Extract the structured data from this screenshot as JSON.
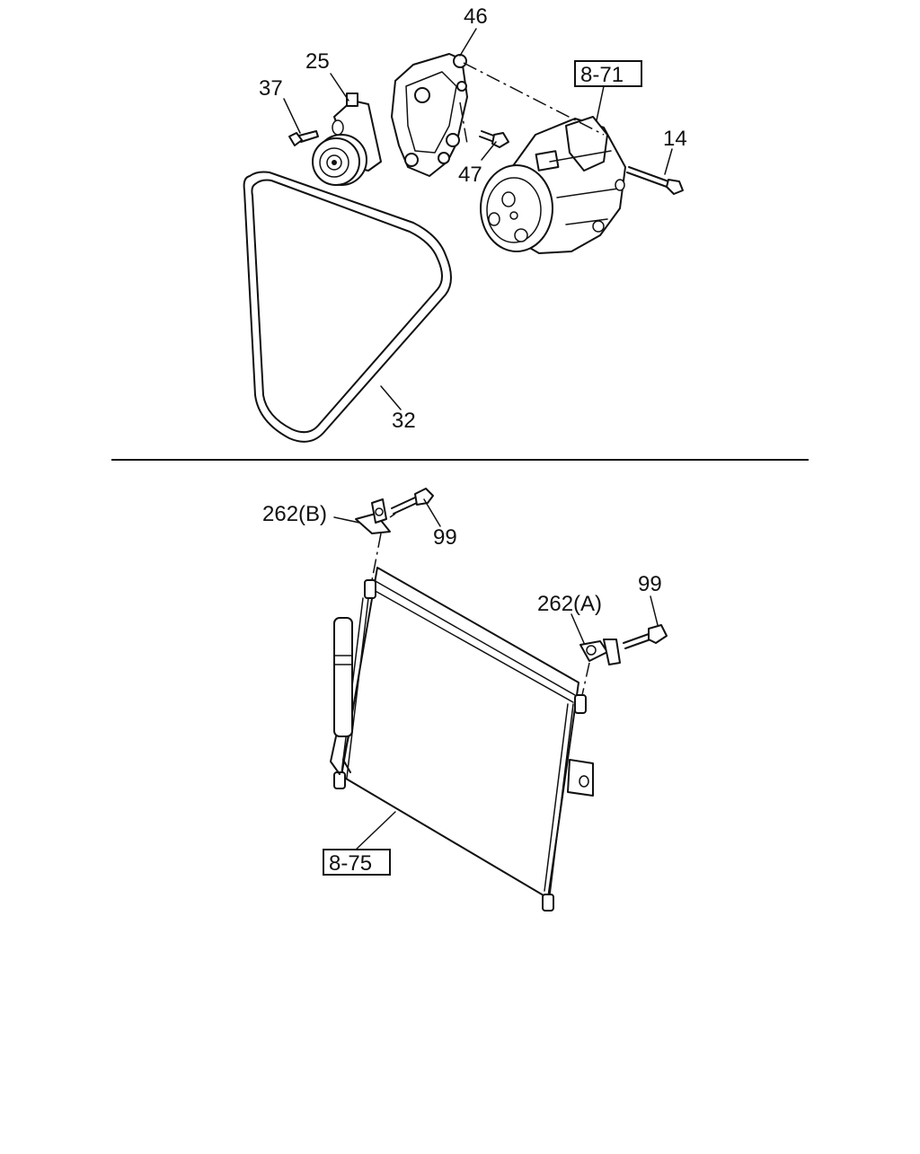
{
  "labels": {
    "p46": "46",
    "p25": "25",
    "p37": "37",
    "p14": "14",
    "p47": "47",
    "p32": "32",
    "ref_871": "8-71",
    "p262b": "262(B)",
    "p99_top": "99",
    "p262a": "262(A)",
    "p99_right": "99",
    "ref_875": "8-75"
  },
  "colors": {
    "line": "#111111",
    "background": "#ffffff"
  }
}
